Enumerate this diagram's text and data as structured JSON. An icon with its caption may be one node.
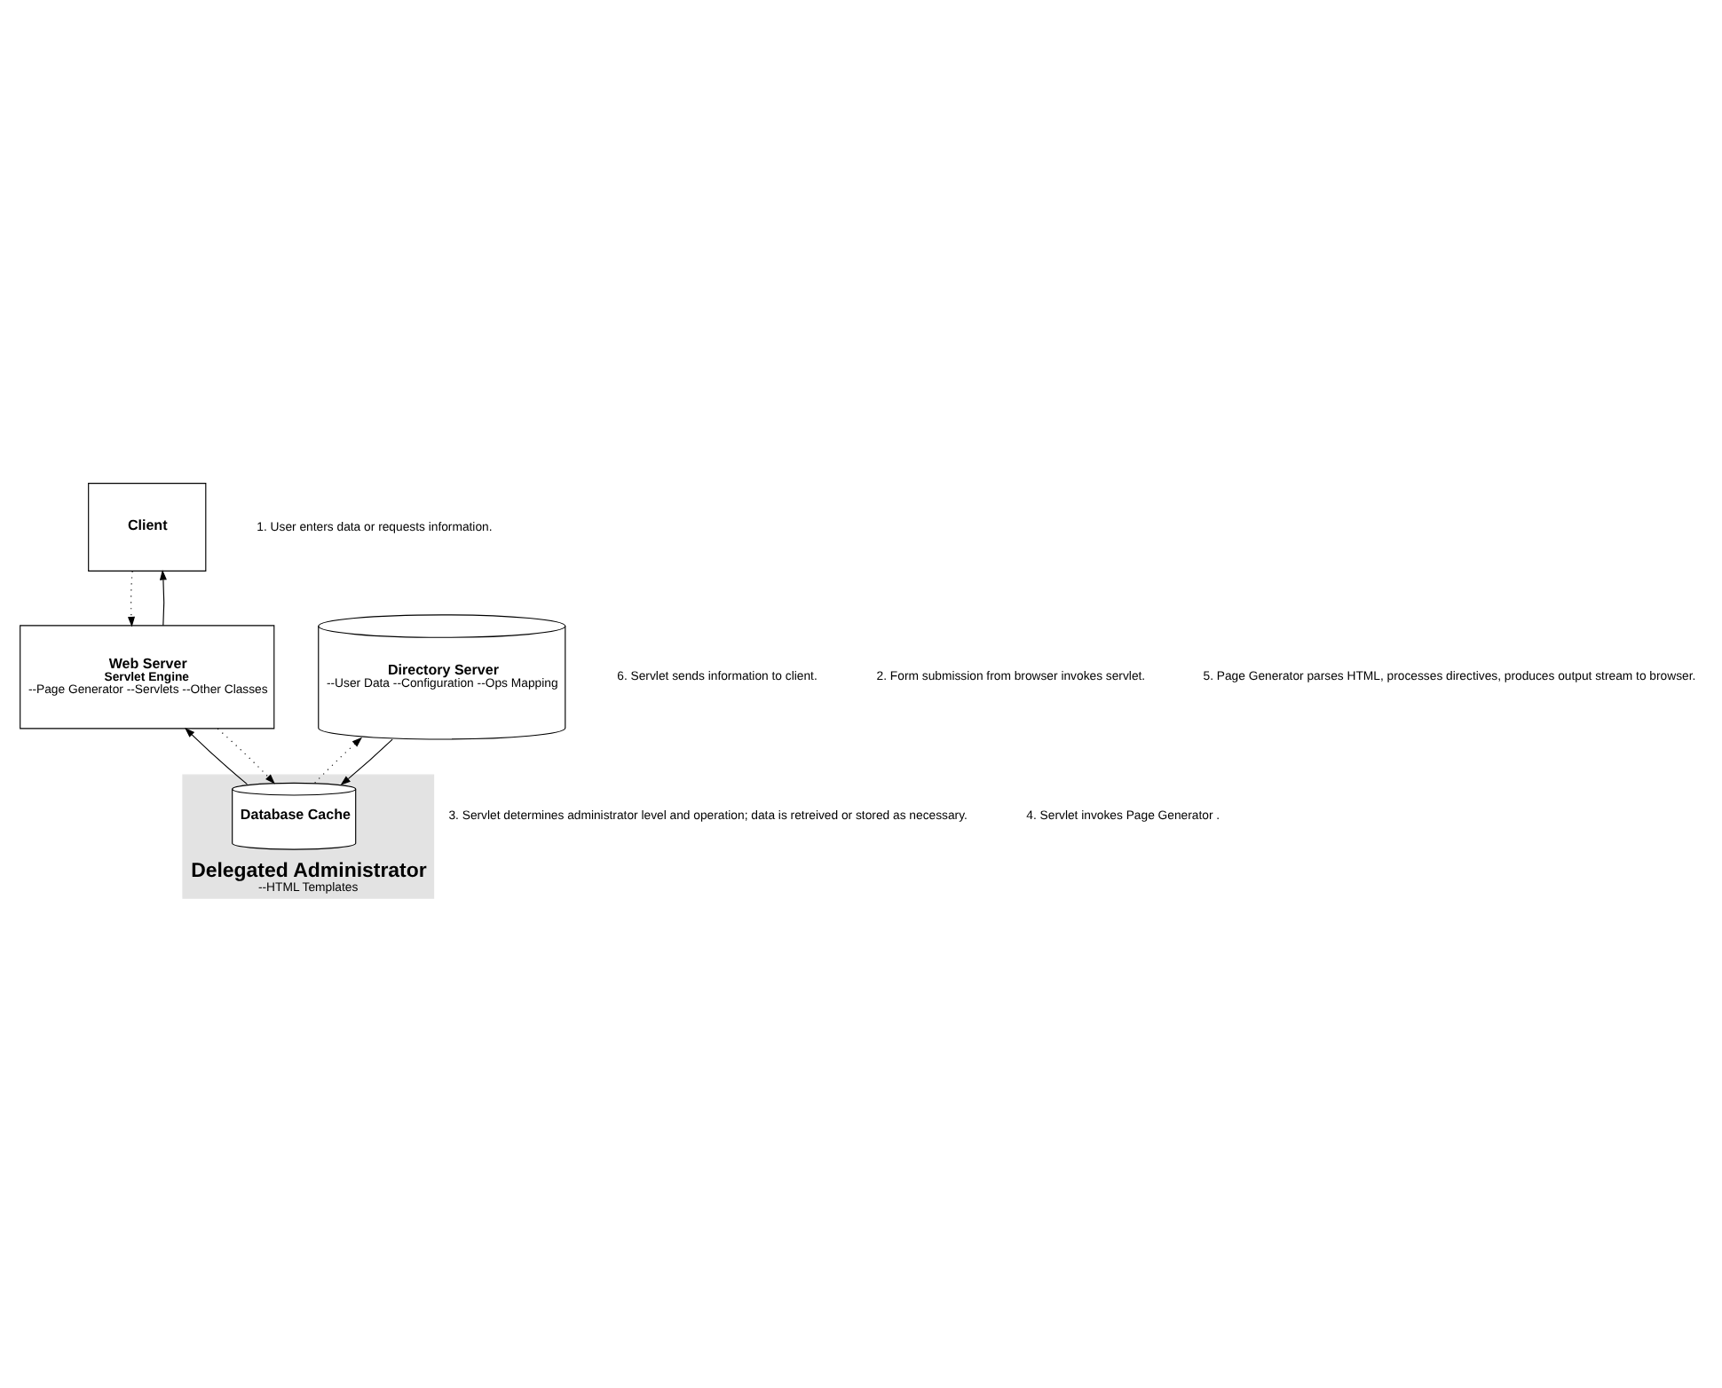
{
  "diagram": {
    "nodes": [
      {
        "text": [
          "Client"
        ]
      },
      {
        "text": [
          "Web Server",
          "Servlet Engine",
          "--Page Generator --Servlets --Other Classes"
        ]
      },
      {
        "text": [
          "Delegated Administrator",
          "--HTML Templates"
        ]
      },
      {
        "text": [
          "Database Cache"
        ],
        "in": 2
      },
      {
        "text": [
          "Directory Server",
          "--User Data --Configuration --Ops Mapping"
        ]
      }
    ],
    "edges": [
      {
        "from": 1,
        "to": 0,
        "arrow": "to"
      },
      {
        "from": 0,
        "to": 1,
        "arrow": "to",
        "style": "dashed"
      },
      {
        "from": 1,
        "to": 3,
        "arrow": "to",
        "style": "dashed"
      },
      {
        "from": 3,
        "to": 1,
        "arrow": "to"
      },
      {
        "from": 3,
        "to": 4,
        "arrow": "to",
        "style": "dashed"
      },
      {
        "from": 4,
        "to": 3,
        "arrow": "to"
      }
    ],
    "labels": [
      "1. User enters data or requests information.",
      "6. Servlet sends information to client.",
      "2. Form submission from browser invokes servlet.",
      "5. Page Generator parses HTML, processes directives, produces output stream to browser.",
      "3. Servlet determines administrator level and operation; data is retreived or stored as necessary.",
      "4. Servlet invokes Page Generator ."
    ]
  }
}
